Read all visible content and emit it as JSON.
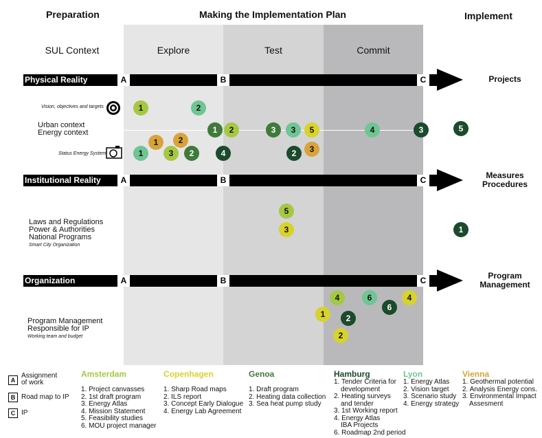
{
  "headers": {
    "preparation": "Preparation",
    "making": "Making the Implementation Plan",
    "implement": "Implement"
  },
  "columns": {
    "context": "SUL Context",
    "explore": "Explore",
    "test": "Test",
    "commit": "Commit"
  },
  "bands": [
    {
      "title": "Physical Reality",
      "right_label": "Projects"
    },
    {
      "title": "Institutional Reality",
      "right_label": "Measures\nProcedures"
    },
    {
      "title": "Organization",
      "right_label": "Program\nManagement"
    }
  ],
  "milestones": [
    "A",
    "B",
    "C"
  ],
  "physical": {
    "vision_label": "Vision, objectives and targets",
    "context_label": "Urban context\nEnergy context",
    "status_label": "Status Energy System"
  },
  "institutional": {
    "label": "Laws and Regulations\nPower & Authorities\nNational Programs",
    "sublabel": "Smart City Organization"
  },
  "organization": {
    "label": "Program Management\nResponsible for IP",
    "sublabel": "Working team and budget"
  },
  "colors": {
    "amsterdam": "#a5c842",
    "copenhagen": "#d8d22c",
    "genoa": "#3f7a3a",
    "hamburg": "#1b4a2c",
    "lyon": "#6fc593",
    "vienna": "#d8a33a",
    "explore_bg": "#e6e6e6",
    "test_bg": "#d4d4d4",
    "commit_bg": "#b9b9bb"
  },
  "dots": [
    {
      "n": "1",
      "city": "amsterdam"
    },
    {
      "n": "2",
      "city": "lyon"
    },
    {
      "n": "1",
      "city": "genoa"
    },
    {
      "n": "2",
      "city": "amsterdam"
    },
    {
      "n": "3",
      "city": "genoa"
    },
    {
      "n": "3",
      "city": "lyon"
    },
    {
      "n": "5",
      "city": "copenhagen"
    },
    {
      "n": "4",
      "city": "lyon"
    },
    {
      "n": "3",
      "city": "hamburg"
    },
    {
      "n": "5",
      "city": "hamburg"
    },
    {
      "n": "1",
      "city": "vienna"
    },
    {
      "n": "2",
      "city": "vienna"
    },
    {
      "n": "1",
      "city": "lyon"
    },
    {
      "n": "3",
      "city": "amsterdam"
    },
    {
      "n": "2",
      "city": "genoa"
    },
    {
      "n": "4",
      "city": "hamburg"
    },
    {
      "n": "2",
      "city": "hamburg"
    },
    {
      "n": "3",
      "city": "vienna"
    },
    {
      "n": "5",
      "city": "amsterdam"
    },
    {
      "n": "3",
      "city": "copenhagen"
    },
    {
      "n": "1",
      "city": "hamburg"
    },
    {
      "n": "4",
      "city": "amsterdam"
    },
    {
      "n": "6",
      "city": "lyon"
    },
    {
      "n": "6",
      "city": "hamburg"
    },
    {
      "n": "4",
      "city": "copenhagen"
    },
    {
      "n": "1",
      "city": "copenhagen"
    },
    {
      "n": "2",
      "city": "hamburg"
    },
    {
      "n": "2",
      "city": "copenhagen"
    }
  ],
  "legend": [
    {
      "key": "A",
      "text": "Assignment\nof work"
    },
    {
      "key": "B",
      "text": "Road map to IP"
    },
    {
      "key": "C",
      "text": "IP"
    }
  ],
  "cities": [
    {
      "id": "amsterdam",
      "name": "Amsterdam",
      "items": [
        "1. Project canvasses",
        "2. 1st draft program",
        "3. Energy Atlas",
        "4. Mission Statement",
        "5. Feasibility studies",
        "6. MOU project manager"
      ]
    },
    {
      "id": "copenhagen",
      "name": "Copenhagen",
      "items": [
        "1. Sharp Road maps",
        "2. ILS report",
        "3. Concept Early Dialogue",
        "4. Energy Lab Agreement"
      ]
    },
    {
      "id": "genoa",
      "name": "Genoa",
      "items": [
        "1. Draft program",
        "2. Heating data collection",
        "3. Sea heat pump study"
      ]
    },
    {
      "id": "hamburg",
      "name": "Hamburg",
      "items": [
        "1. Tender Criteria for",
        "development",
        "2. Heating surveys",
        "and tender",
        "3. 1st Working report",
        "4. Energy Atlas",
        "IBA Projects",
        "6. Roadmap 2nd period"
      ]
    },
    {
      "id": "lyon",
      "name": "Lyon",
      "items": [
        "1. Energy Atlas",
        "2. Vision target",
        "3. Scenario study",
        "4. Energy strategy"
      ]
    },
    {
      "id": "vienna",
      "name": "Vienna",
      "items": [
        "1. Geothermal potential",
        "2. Analysis Energy cons.",
        "3. Environmental Impact",
        "Assesment"
      ]
    }
  ]
}
